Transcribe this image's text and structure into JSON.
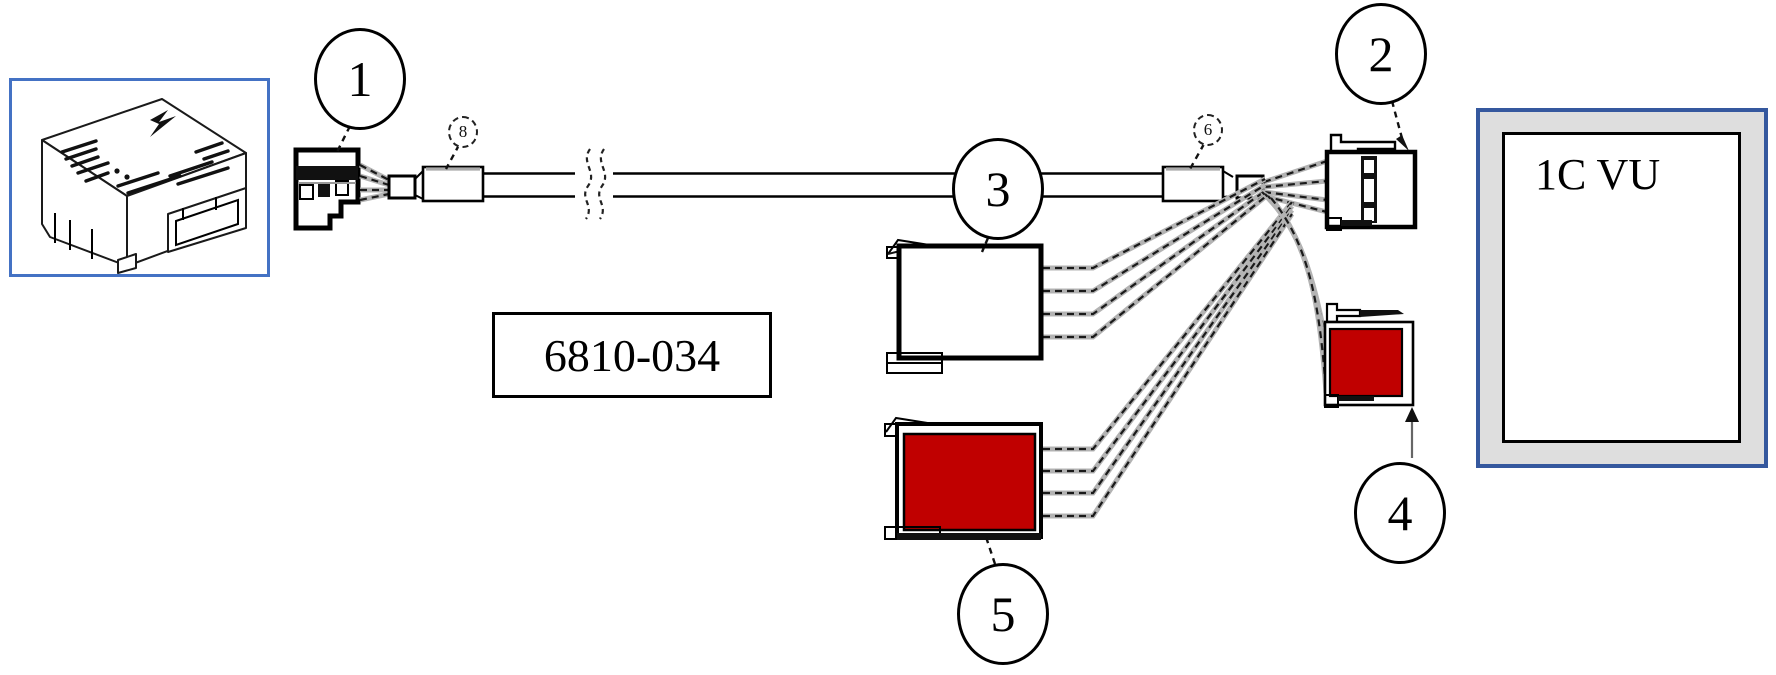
{
  "diagram": {
    "part_number": "6810-034",
    "vu_label": "1C VU",
    "callouts": {
      "c1": "1",
      "c2": "2",
      "c3": "3",
      "c4": "4",
      "c5": "5"
    },
    "sleeve_markers": {
      "left": "8",
      "right": "6"
    },
    "colors": {
      "connector_red": "#C00000",
      "ecu_box_border": "#4472C4",
      "vu_border": "#35589E",
      "vu_fill": "#DEDEDE"
    }
  }
}
